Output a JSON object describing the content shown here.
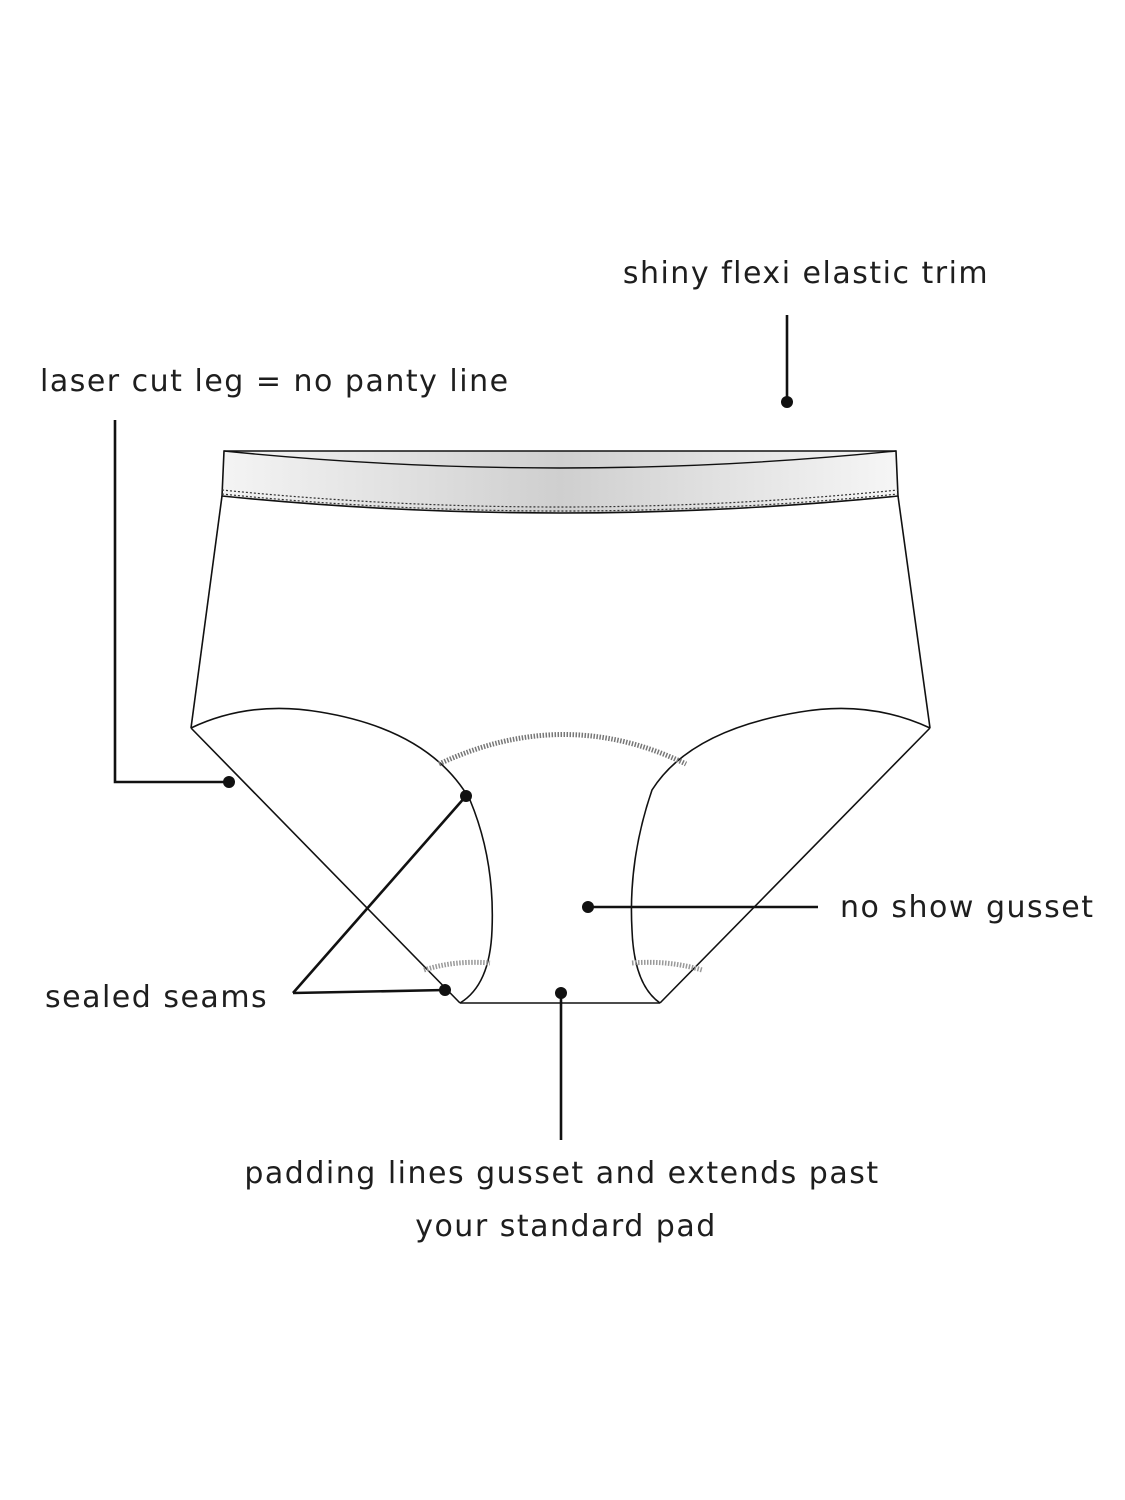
{
  "labels": {
    "trim": "shiny flexi elastic trim",
    "leg": "laser cut leg = no panty line",
    "gusset": "no show gusset",
    "seams": "sealed seams",
    "padding_line1": "padding lines gusset and extends past",
    "padding_line2": "your standard pad"
  },
  "colors": {
    "line": "#111111",
    "stitch": "#8a8a8a",
    "band": "#d8d8d8"
  }
}
